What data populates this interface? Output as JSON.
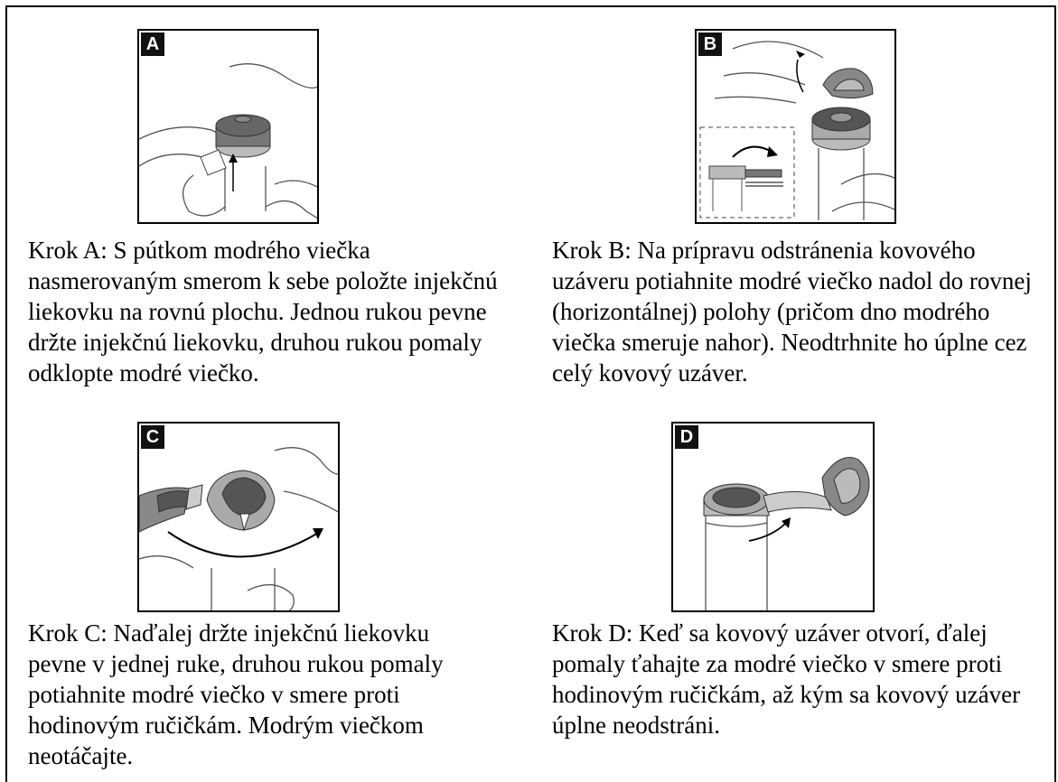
{
  "steps": [
    {
      "badge": "A",
      "text": "Krok A: S pútkom modrého viečka nasmerovaným smerom k sebe položte injekčnú liekovku na rovnú plochu. Jednou rukou pevne držte injekčnú liekovku, druhou rukou pomaly odklopte modré viečko."
    },
    {
      "badge": "B",
      "text": "Krok B: Na prípravu odstránenia kovového uzáveru potiahnite modré viečko nadol do rovnej (horizontálnej) polohy (pričom dno modrého viečka smeruje nahor). Neodtrhnite ho úplne cez celý kovový uzáver."
    },
    {
      "badge": "C",
      "text": "Krok C: Naďalej držte injekčnú liekovku pevne v jednej ruke, druhou rukou pomaly potiahnite modré viečko v smere proti hodinovým ručičkám. Modrým viečkom neotáčajte."
    },
    {
      "badge": "D",
      "text": "Krok D: Keď sa kovový uzáver otvorí, ďalej pomaly ťahajte za modré viečko v smere proti hodinovým ručičkám, až kým sa kovový uzáver úplne neodstráni."
    }
  ]
}
